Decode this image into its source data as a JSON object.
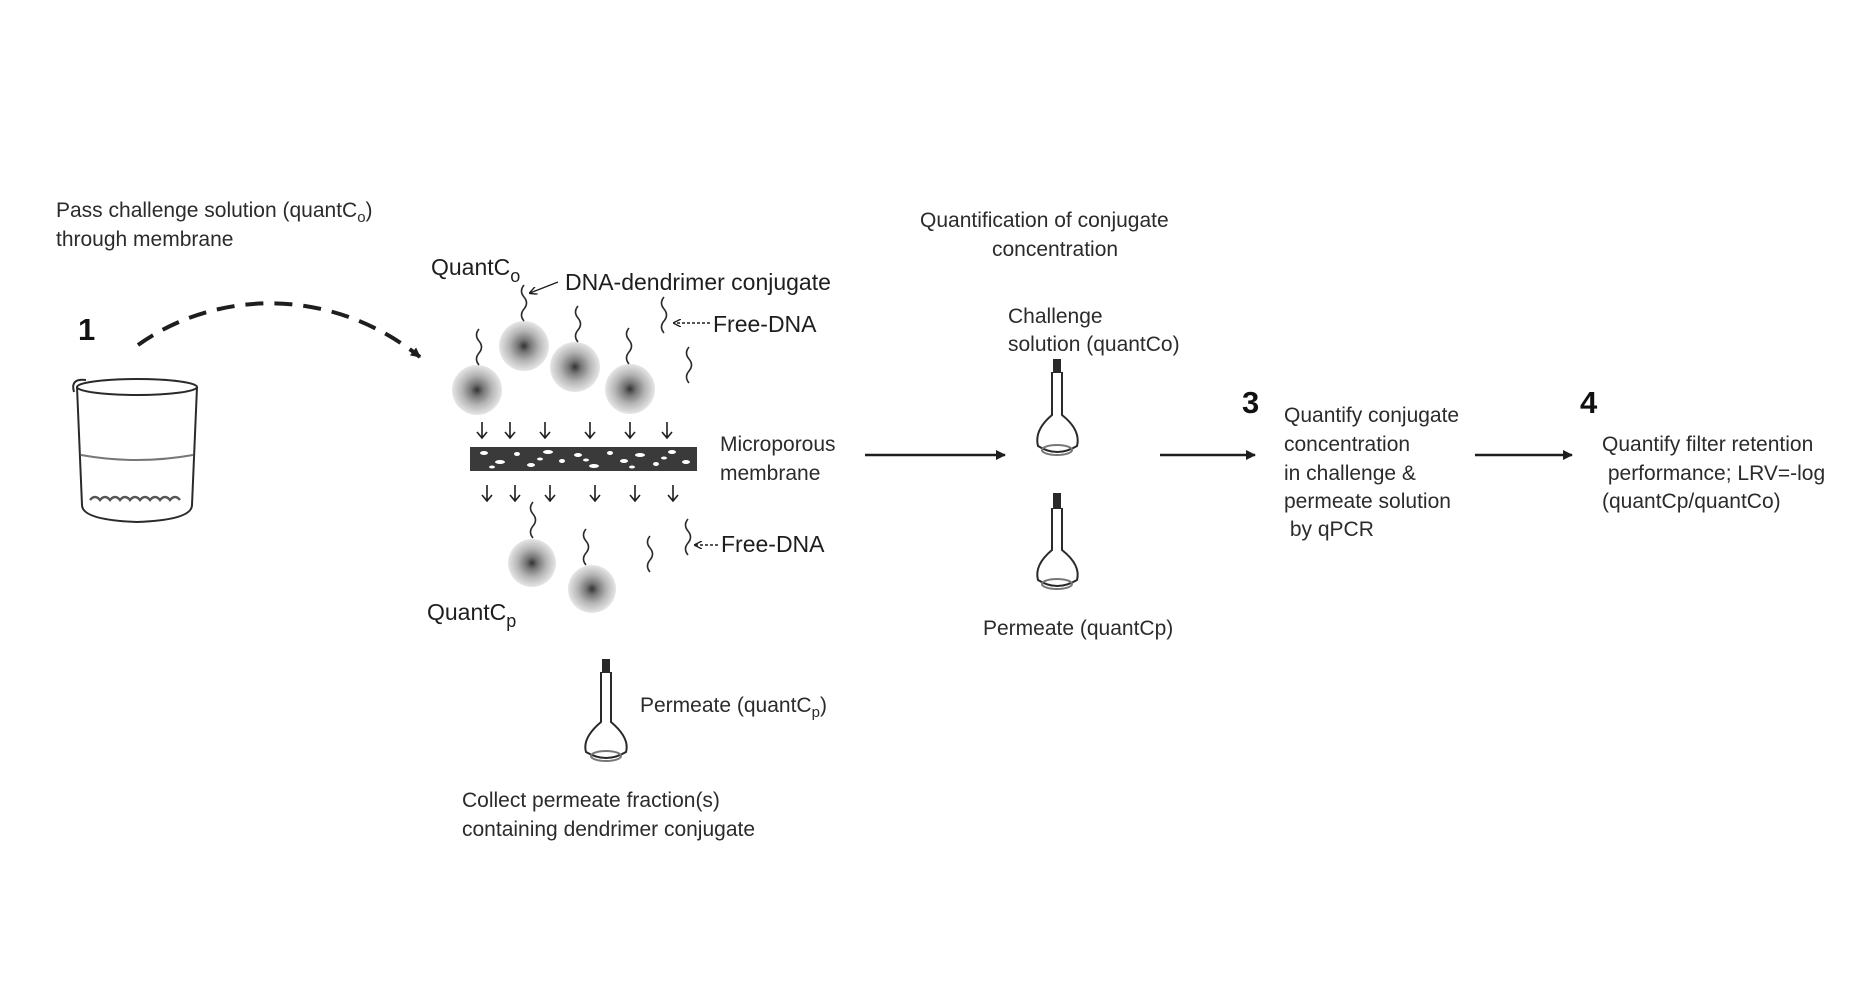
{
  "step1": {
    "number": "1",
    "caption_line1_pre": "Pass challenge solution (quantC",
    "caption_line1_sub": "o",
    "caption_line1_post": ")",
    "caption_line2": "through membrane"
  },
  "membrane_panel": {
    "quant_co_main": "QuantC",
    "quant_co_sub": "o",
    "dna_dendrimer_label": "DNA-dendrimer conjugate",
    "free_dna_top": "Free-DNA",
    "free_dna_bottom": "Free-DNA",
    "membrane_line1": "Microporous",
    "membrane_line2": "membrane",
    "quant_cp_main": "QuantC",
    "quant_cp_sub": "p",
    "permeate_pre": "Permeate (quantC",
    "permeate_sub": "p",
    "permeate_post": ")",
    "collect_line1": "Collect permeate fraction(s)",
    "collect_line2": "containing dendrimer conjugate"
  },
  "quantification": {
    "title_line1": "Quantification of conjugate",
    "title_line2": "concentration",
    "challenge_line1": "Challenge",
    "challenge_line2": "solution (quantCo)",
    "permeate_label": "Permeate (quantCp)"
  },
  "step3": {
    "number": "3",
    "line1": "Quantify conjugate",
    "line2": "concentration",
    "line3": "in challenge &",
    "line4": "permeate solution",
    "line5": " by qPCR"
  },
  "step4": {
    "number": "4",
    "line1": "Quantify filter retention",
    "line2": " performance; LRV=-log",
    "line3": "(quantCp/quantCo)"
  },
  "colors": {
    "ink": "#1e1e1e",
    "dot_fill": "#9a9a9a",
    "dot_core": "#555555"
  }
}
